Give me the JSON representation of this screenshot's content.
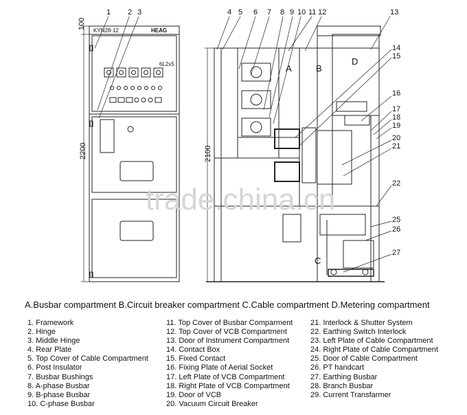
{
  "panel": {
    "model": "KYN28-12",
    "brand": "HEAG",
    "meter_text": "6L2x5",
    "dim_width": "100",
    "dim_front_height": "2200",
    "dim_side_height": "2100",
    "zone_a": "A",
    "zone_b": "B",
    "zone_c": "C",
    "zone_d": "D",
    "watermark": "trade.china.cn",
    "callouts": [
      "1",
      "2",
      "3",
      "4",
      "5",
      "6",
      "7",
      "8",
      "9",
      "10",
      "11",
      "12",
      "13",
      "14",
      "15",
      "16",
      "17",
      "18",
      "19",
      "20",
      "21",
      "22",
      "25",
      "26",
      "27"
    ]
  },
  "compartments": "A.Busbar compartment  B.Circuit breaker compartment  C.Cable compartment  D.Metering compartment",
  "legend": {
    "col1": [
      "1. Framework",
      "2. Hinge",
      "3. Middle Hinge",
      "4. Rear Plate",
      "5. Top Cover of Cable Compartment",
      "6. Post Insulator",
      "7. Busbar Bushings",
      "8. A-phase Busbar",
      "9. B-phase Busbar",
      "10. C-phase Busbar"
    ],
    "col2": [
      "11. Top Cover of Busbar Comparment",
      "12. Top Cover of VCB Compartment",
      "13. Door of Instrument Compartment",
      "14. Contact Box",
      "15. Fixed Contact",
      "16. Fixing Plate of Aerial Socket",
      "17. Left Plate of VCB Compartment",
      "18. Right Plate of VCB Compartment",
      "19. Door of VCB",
      "20. Vacuum Circuit Breaker"
    ],
    "col3": [
      "21. Interlock & Shutter System",
      "22. Earthing Switch Interlock",
      "23. Left Plate of Cable Compartment",
      "24. Right Plate of Cable Compartment",
      "25. Door of Cable Compartment",
      "26. PT handcart",
      "27. Earthing Busbar",
      "28. Branch Busbar",
      "29. Current Transfarmer"
    ]
  }
}
